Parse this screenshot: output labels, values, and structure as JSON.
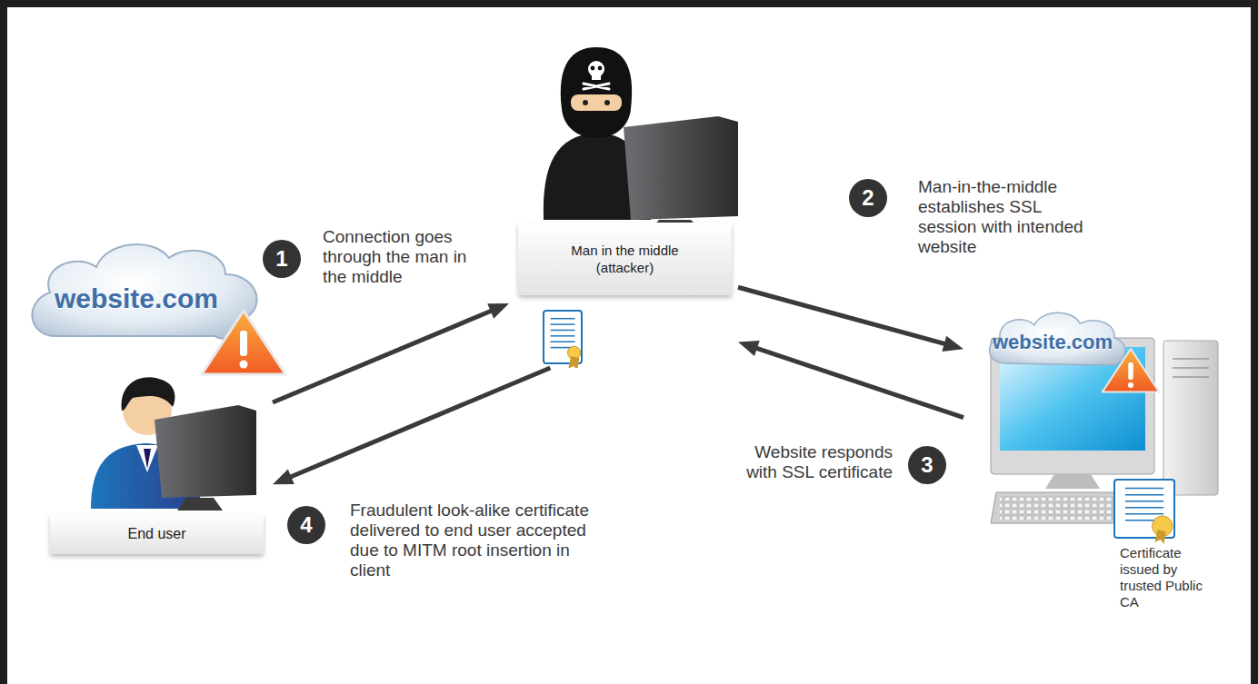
{
  "diagram": {
    "nodes": [
      {
        "text": [
          "website.com"
        ]
      },
      {
        "text": [
          "End user"
        ]
      },
      {
        "text": [
          "Man in the middle (attacker)"
        ]
      },
      {
        "text": [
          "website.com"
        ]
      }
    ],
    "edges": [
      {
        "from": 1,
        "to": 2,
        "arrow": "to"
      },
      {
        "from": 2,
        "to": 1,
        "arrow": "to"
      },
      {
        "from": 2,
        "to": 3,
        "arrow": "to"
      },
      {
        "from": 3,
        "to": 2,
        "arrow": "to"
      }
    ],
    "labels": [
      "1",
      "Connection goes through the man in the middle",
      "2",
      "Man-in-the-middle establishes SSL session with intended website",
      "3",
      "Website responds with SSL certificate",
      "4",
      "Fraudulent look-alike certificate delivered to end user accepted due to MITM root insertion in client",
      "Certificate issued by trusted Public CA"
    ]
  }
}
